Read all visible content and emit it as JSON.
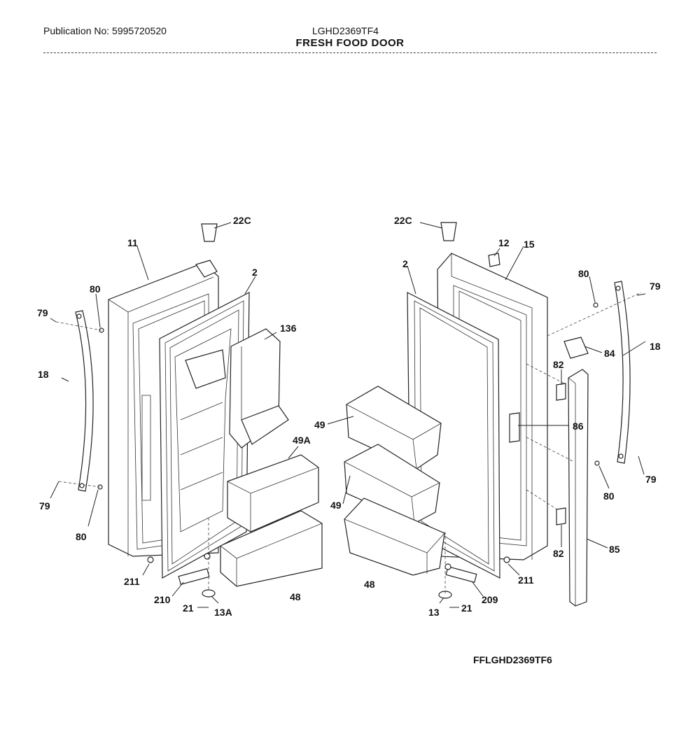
{
  "header": {
    "publication": "Publication No: 5995720520",
    "model": "LGHD2369TF4",
    "title": "FRESH FOOD DOOR"
  },
  "diagram_code": "FFLGHD2369TF6",
  "callouts": {
    "c22c_left": "22C",
    "c22c_right": "22C",
    "c11": "11",
    "c2_left": "2",
    "c2_right": "2",
    "c12": "12",
    "c15": "15",
    "c80_tl": "80",
    "c80_tr": "80",
    "c80_bl": "80",
    "c80_br": "80",
    "c79_tl": "79",
    "c79_tr": "79",
    "c79_bl": "79",
    "c79_br": "79",
    "c18_left": "18",
    "c18_right": "18",
    "c136": "136",
    "c49_upper": "49",
    "c49A": "49A",
    "c49_lower": "49",
    "c84": "84",
    "c82_upper": "82",
    "c82_lower": "82",
    "c86": "86",
    "c85": "85",
    "c48_left": "48",
    "c48_right": "48",
    "c211_left": "211",
    "c211_right": "211",
    "c210": "210",
    "c209": "209",
    "c21_left": "21",
    "c21_right": "21",
    "c13A": "13A",
    "c13": "13"
  }
}
